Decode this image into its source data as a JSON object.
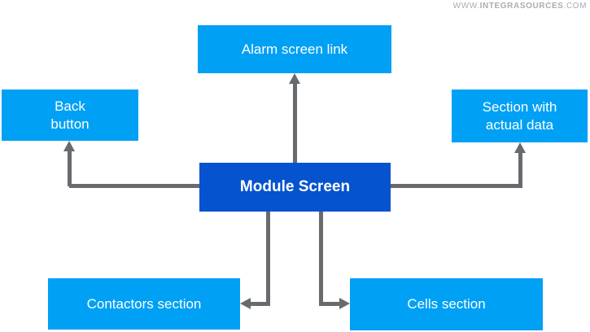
{
  "watermark": {
    "prefix": "WWW.",
    "bold": "INTEGRASOURCES",
    "suffix": ".COM"
  },
  "colors": {
    "primary_blue": "#0553CE",
    "light_blue": "#00A0F5",
    "arrow_gray": "#686B6E",
    "watermark_gray": "#A9ACB0",
    "text_white": "#FFFFFF",
    "background": "#FFFFFF"
  },
  "diagram": {
    "center_node": {
      "label": "Module Screen"
    },
    "nodes": {
      "alarm": {
        "label": "Alarm screen link"
      },
      "back": {
        "lines": [
          "Back",
          "button"
        ]
      },
      "section": {
        "lines": [
          "Section with",
          "actual data"
        ]
      },
      "contactors": {
        "label": "Contactors section"
      },
      "cells": {
        "label": "Cells section"
      }
    },
    "connections": [
      "Module Screen -> Alarm screen link",
      "Module Screen -> Back button",
      "Module Screen -> Section with actual data",
      "Module Screen -> Contactors section",
      "Module Screen -> Cells section"
    ]
  }
}
